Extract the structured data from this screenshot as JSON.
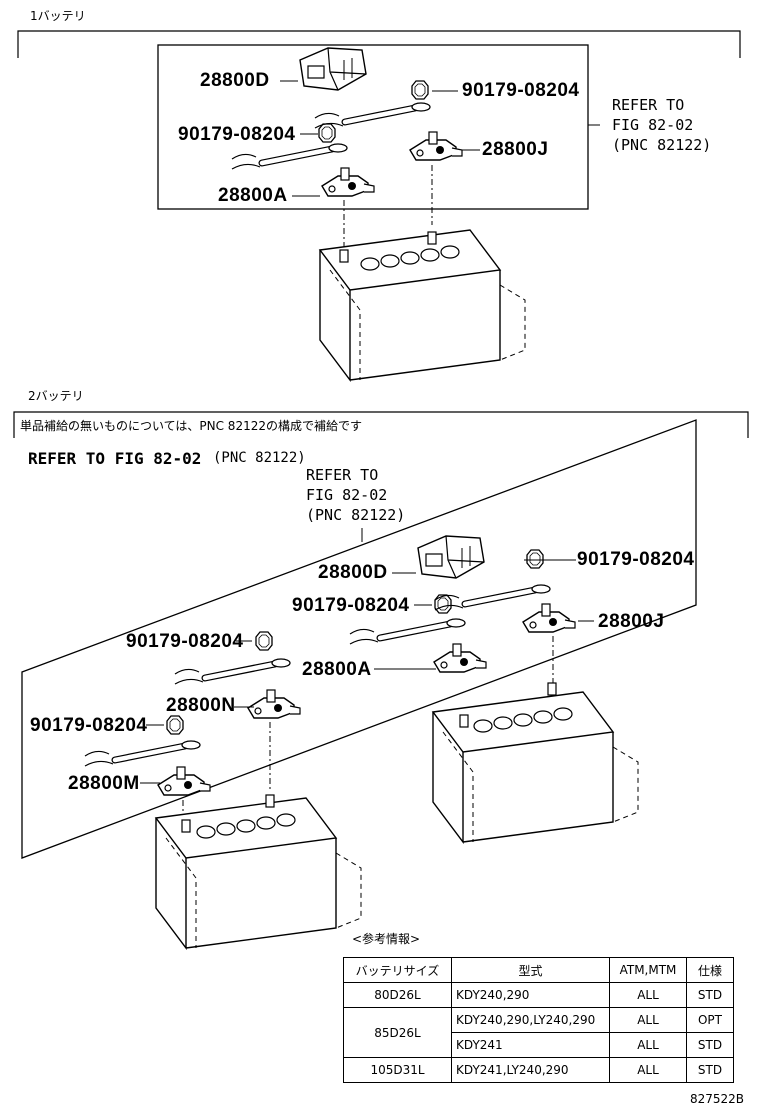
{
  "sections": [
    {
      "title": "1バッテリ"
    },
    {
      "title": "2バッテリ"
    }
  ],
  "section2_note": "単品補給の無いものについては、PNC 82122の構成で補給です",
  "section2_refer_line": {
    "main": "REFER TO FIG 82-02",
    "sub": "(PNC 82122)"
  },
  "refer_box": {
    "line1": "REFER TO",
    "line2": "FIG 82-02",
    "line3": "(PNC 82122)"
  },
  "parts": {
    "cover": "28800D",
    "nut": "90179-08204",
    "clamp_a": "28800A",
    "clamp_j": "28800J",
    "clamp_n": "28800N",
    "clamp_m": "28800M"
  },
  "reference_table": {
    "caption": "<参考情報>",
    "headers": [
      "バッテリサイズ",
      "型式",
      "ATM,MTM",
      "仕様"
    ],
    "rows": [
      {
        "size": "80D26L",
        "models": "KDY240,290",
        "atm": "ALL",
        "spec": "STD"
      },
      {
        "size": "85D26L",
        "models": "KDY240,290,LY240,290",
        "atm": "ALL",
        "spec": "OPT"
      },
      {
        "size": "",
        "models": "KDY241",
        "atm": "ALL",
        "spec": "STD"
      },
      {
        "size": "105D31L",
        "models": "KDY241,LY240,290",
        "atm": "ALL",
        "spec": "STD"
      }
    ]
  },
  "figure_id": "827522B"
}
